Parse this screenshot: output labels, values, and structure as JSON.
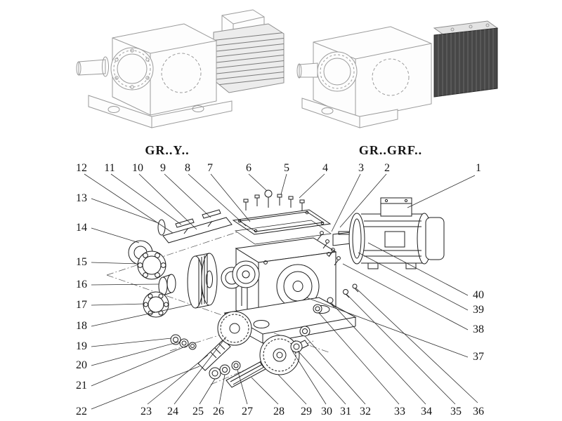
{
  "titles": {
    "left": "GR..Y..",
    "right": "GR..GRF.."
  },
  "callouts": {
    "top_row": [
      "12",
      "11",
      "10",
      "9",
      "8",
      "7",
      "6",
      "5",
      "4",
      "3",
      "2",
      "1"
    ],
    "left_column": [
      "13",
      "14",
      "15",
      "16",
      "17",
      "18",
      "19",
      "20",
      "21",
      "22"
    ],
    "bottom_row": [
      "23",
      "24",
      "25",
      "26",
      "27",
      "28",
      "29",
      "30",
      "31",
      "32",
      "33",
      "34",
      "35",
      "36"
    ],
    "right_column": [
      "40",
      "39",
      "38",
      "37"
    ]
  }
}
